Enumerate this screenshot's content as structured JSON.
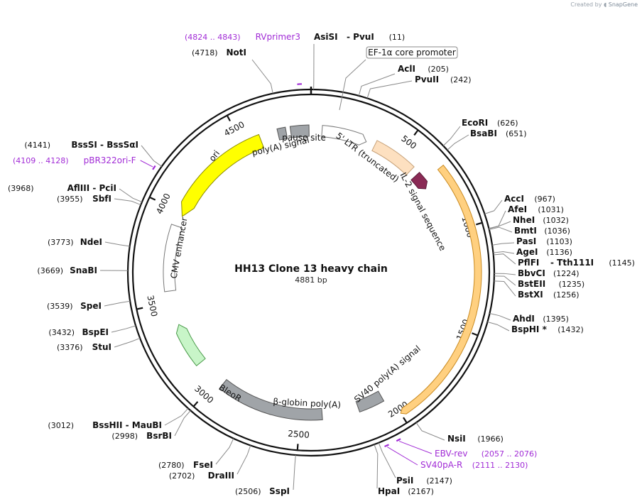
{
  "credit": {
    "prefix": "Created by",
    "brand": "SnapGene"
  },
  "plasmid": {
    "name": "HH13 Clone 13 heavy chain",
    "length_label": "4881 bp",
    "length": 4881
  },
  "colors": {
    "yellow": "#ffff00",
    "orange": "#ffd080",
    "peach": "#fde0c0",
    "green": "#c8f5c8",
    "gray": "#a0a4a8",
    "maroon": "#8a2a55",
    "primer": "#a12bd6",
    "white": "#ffffff"
  },
  "ticks": [
    {
      "bp": 500,
      "label": "500"
    },
    {
      "bp": 1000,
      "label": "1000"
    },
    {
      "bp": 1500,
      "label": "1500"
    },
    {
      "bp": 2000,
      "label": "2000"
    },
    {
      "bp": 2500,
      "label": "2500"
    },
    {
      "bp": 3000,
      "label": "3000"
    },
    {
      "bp": 3500,
      "label": "3500"
    },
    {
      "bp": 4000,
      "label": "4000"
    },
    {
      "bp": 4500,
      "label": "4500"
    }
  ],
  "enzymes": [
    {
      "bp": 11,
      "name": "AsiSI",
      "name2": "PvuI",
      "pos": "(11)"
    },
    {
      "bp": 205,
      "name": "AclI",
      "pos": "(205)"
    },
    {
      "bp": 242,
      "name": "PvuII",
      "pos": "(242)"
    },
    {
      "bp": 626,
      "name": "EcoRI",
      "pos": "(626)"
    },
    {
      "bp": 651,
      "name": "BsaBI",
      "pos": "(651)"
    },
    {
      "bp": 967,
      "name": "AccI",
      "pos": "(967)"
    },
    {
      "bp": 1031,
      "name": "AfeI",
      "pos": "(1031)"
    },
    {
      "bp": 1032,
      "name": "NheI",
      "pos": "(1032)"
    },
    {
      "bp": 1036,
      "name": "BmtI",
      "pos": "(1036)"
    },
    {
      "bp": 1103,
      "name": "PasI",
      "pos": "(1103)"
    },
    {
      "bp": 1136,
      "name": "AgeI",
      "pos": "(1136)"
    },
    {
      "bp": 1145,
      "name": "PflFI",
      "name2": "Tth111I",
      "pos": "(1145)"
    },
    {
      "bp": 1224,
      "name": "BbvCI",
      "pos": "(1224)"
    },
    {
      "bp": 1235,
      "name": "BstEII",
      "pos": "(1235)"
    },
    {
      "bp": 1256,
      "name": "BstXI",
      "pos": "(1256)"
    },
    {
      "bp": 1395,
      "name": "AhdI",
      "pos": "(1395)"
    },
    {
      "bp": 1432,
      "name": "BspHI *",
      "pos": "(1432)"
    },
    {
      "bp": 1966,
      "name": "NsiI",
      "pos": "(1966)"
    },
    {
      "bp": 2147,
      "name": "PsiI",
      "pos": "(2147)"
    },
    {
      "bp": 2167,
      "name": "HpaI",
      "pos": "(2167)"
    },
    {
      "bp": 2506,
      "name": "SspI",
      "pos": "(2506)"
    },
    {
      "bp": 2702,
      "name": "DraIII",
      "pos": "(2702)"
    },
    {
      "bp": 2780,
      "name": "FseI",
      "pos": "(2780)"
    },
    {
      "bp": 2998,
      "name": "BsrBI",
      "pos": "(2998)"
    },
    {
      "bp": 3012,
      "name": "BssHII",
      "name2": "MauBI",
      "pos": "(3012)"
    },
    {
      "bp": 3376,
      "name": "StuI",
      "pos": "(3376)"
    },
    {
      "bp": 3432,
      "name": "BspEI",
      "pos": "(3432)"
    },
    {
      "bp": 3539,
      "name": "SpeI",
      "pos": "(3539)"
    },
    {
      "bp": 3669,
      "name": "SnaBI",
      "pos": "(3669)"
    },
    {
      "bp": 3773,
      "name": "NdeI",
      "pos": "(3773)"
    },
    {
      "bp": 3955,
      "name": "SbfI",
      "pos": "(3955)"
    },
    {
      "bp": 3968,
      "name": "AflIII",
      "name2": "PciI",
      "pos": "(3968)"
    },
    {
      "bp": 4141,
      "name": "BssSI",
      "name2": "BssSαI",
      "pos": "(4141)"
    },
    {
      "bp": 4718,
      "name": "NotI",
      "pos": "(4718)"
    }
  ],
  "primers": [
    {
      "start": 4824,
      "end": 4843,
      "name": "RVprimer3",
      "range": "(4824 .. 4843)"
    },
    {
      "start": 4109,
      "end": 4128,
      "name": "pBR322ori-F",
      "range": "(4109 .. 4128)"
    },
    {
      "start": 2057,
      "end": 2076,
      "name": "EBV-rev",
      "range": "(2057 .. 2076)"
    },
    {
      "start": 2111,
      "end": 2130,
      "name": "SV40pA-R",
      "range": "(2111 .. 2130)"
    }
  ],
  "features": [
    {
      "name": "EF-1α core promoter",
      "boxed": true
    },
    {
      "name": "5' LTR (truncated)"
    },
    {
      "name": "IL-2 signal sequence"
    },
    {
      "name": "SV40 poly(A) signal"
    },
    {
      "name": "β-globin poly(A)"
    },
    {
      "name": "BleoR"
    },
    {
      "name": "CMV enhancer"
    },
    {
      "name": "ori"
    },
    {
      "name": "poly(A) signal"
    },
    {
      "name": "pause site"
    }
  ]
}
